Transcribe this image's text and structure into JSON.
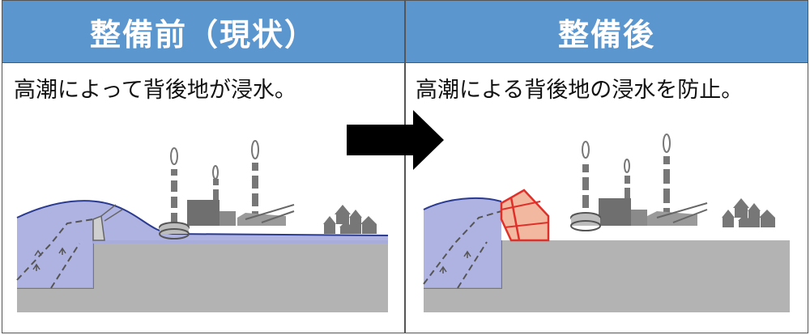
{
  "before": {
    "title": "整備前（現状）",
    "caption": "高潮によって背後地が浸水。"
  },
  "after": {
    "title": "整備後",
    "caption": "高潮による背後地の浸水を防止。"
  },
  "icons": {
    "arrow": "right-arrow-icon",
    "factory": "factory-icon",
    "houses": "houses-icon",
    "seawall": "seawall-icon"
  },
  "colors": {
    "header": "#5b96cf",
    "water": "#a6abde",
    "ground": "#b3b3b3",
    "wall_fill": "#f2b9a0",
    "wall_outline": "#e0302a"
  }
}
